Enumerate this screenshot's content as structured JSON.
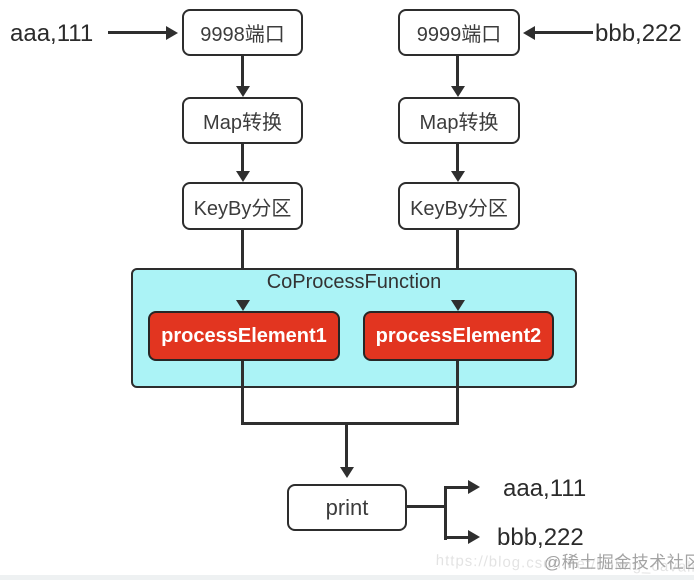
{
  "colors": {
    "background": "#ffffff",
    "line": "#2f2f2f",
    "box_border": "#2d2d2d",
    "box_text": "#3c3c3c",
    "container_fill": "#abf3f6",
    "container_border": "#2d2d2d",
    "process_fill": "#e23520",
    "process_border": "#262626",
    "watermark_text": "#a3a3a3",
    "bottom_strip": "#eef1f2"
  },
  "left_stream": {
    "source_label": "aaa,111",
    "port_node": "9998端口",
    "map_node": "Map转换",
    "keyby_node": "KeyBy分区"
  },
  "right_stream": {
    "source_label": "bbb,222",
    "port_node": "9999端口",
    "map_node": "Map转换",
    "keyby_node": "KeyBy分区"
  },
  "co_process": {
    "title": "CoProcessFunction",
    "element1": "processElement1",
    "element2": "processElement2"
  },
  "sink": {
    "node": "print",
    "output1": "aaa,111",
    "output2": "bbb,222"
  },
  "watermark": {
    "community": "@稀土掘金技术社区",
    "url": "https://blog.csdn.net/boling_cavalry"
  }
}
